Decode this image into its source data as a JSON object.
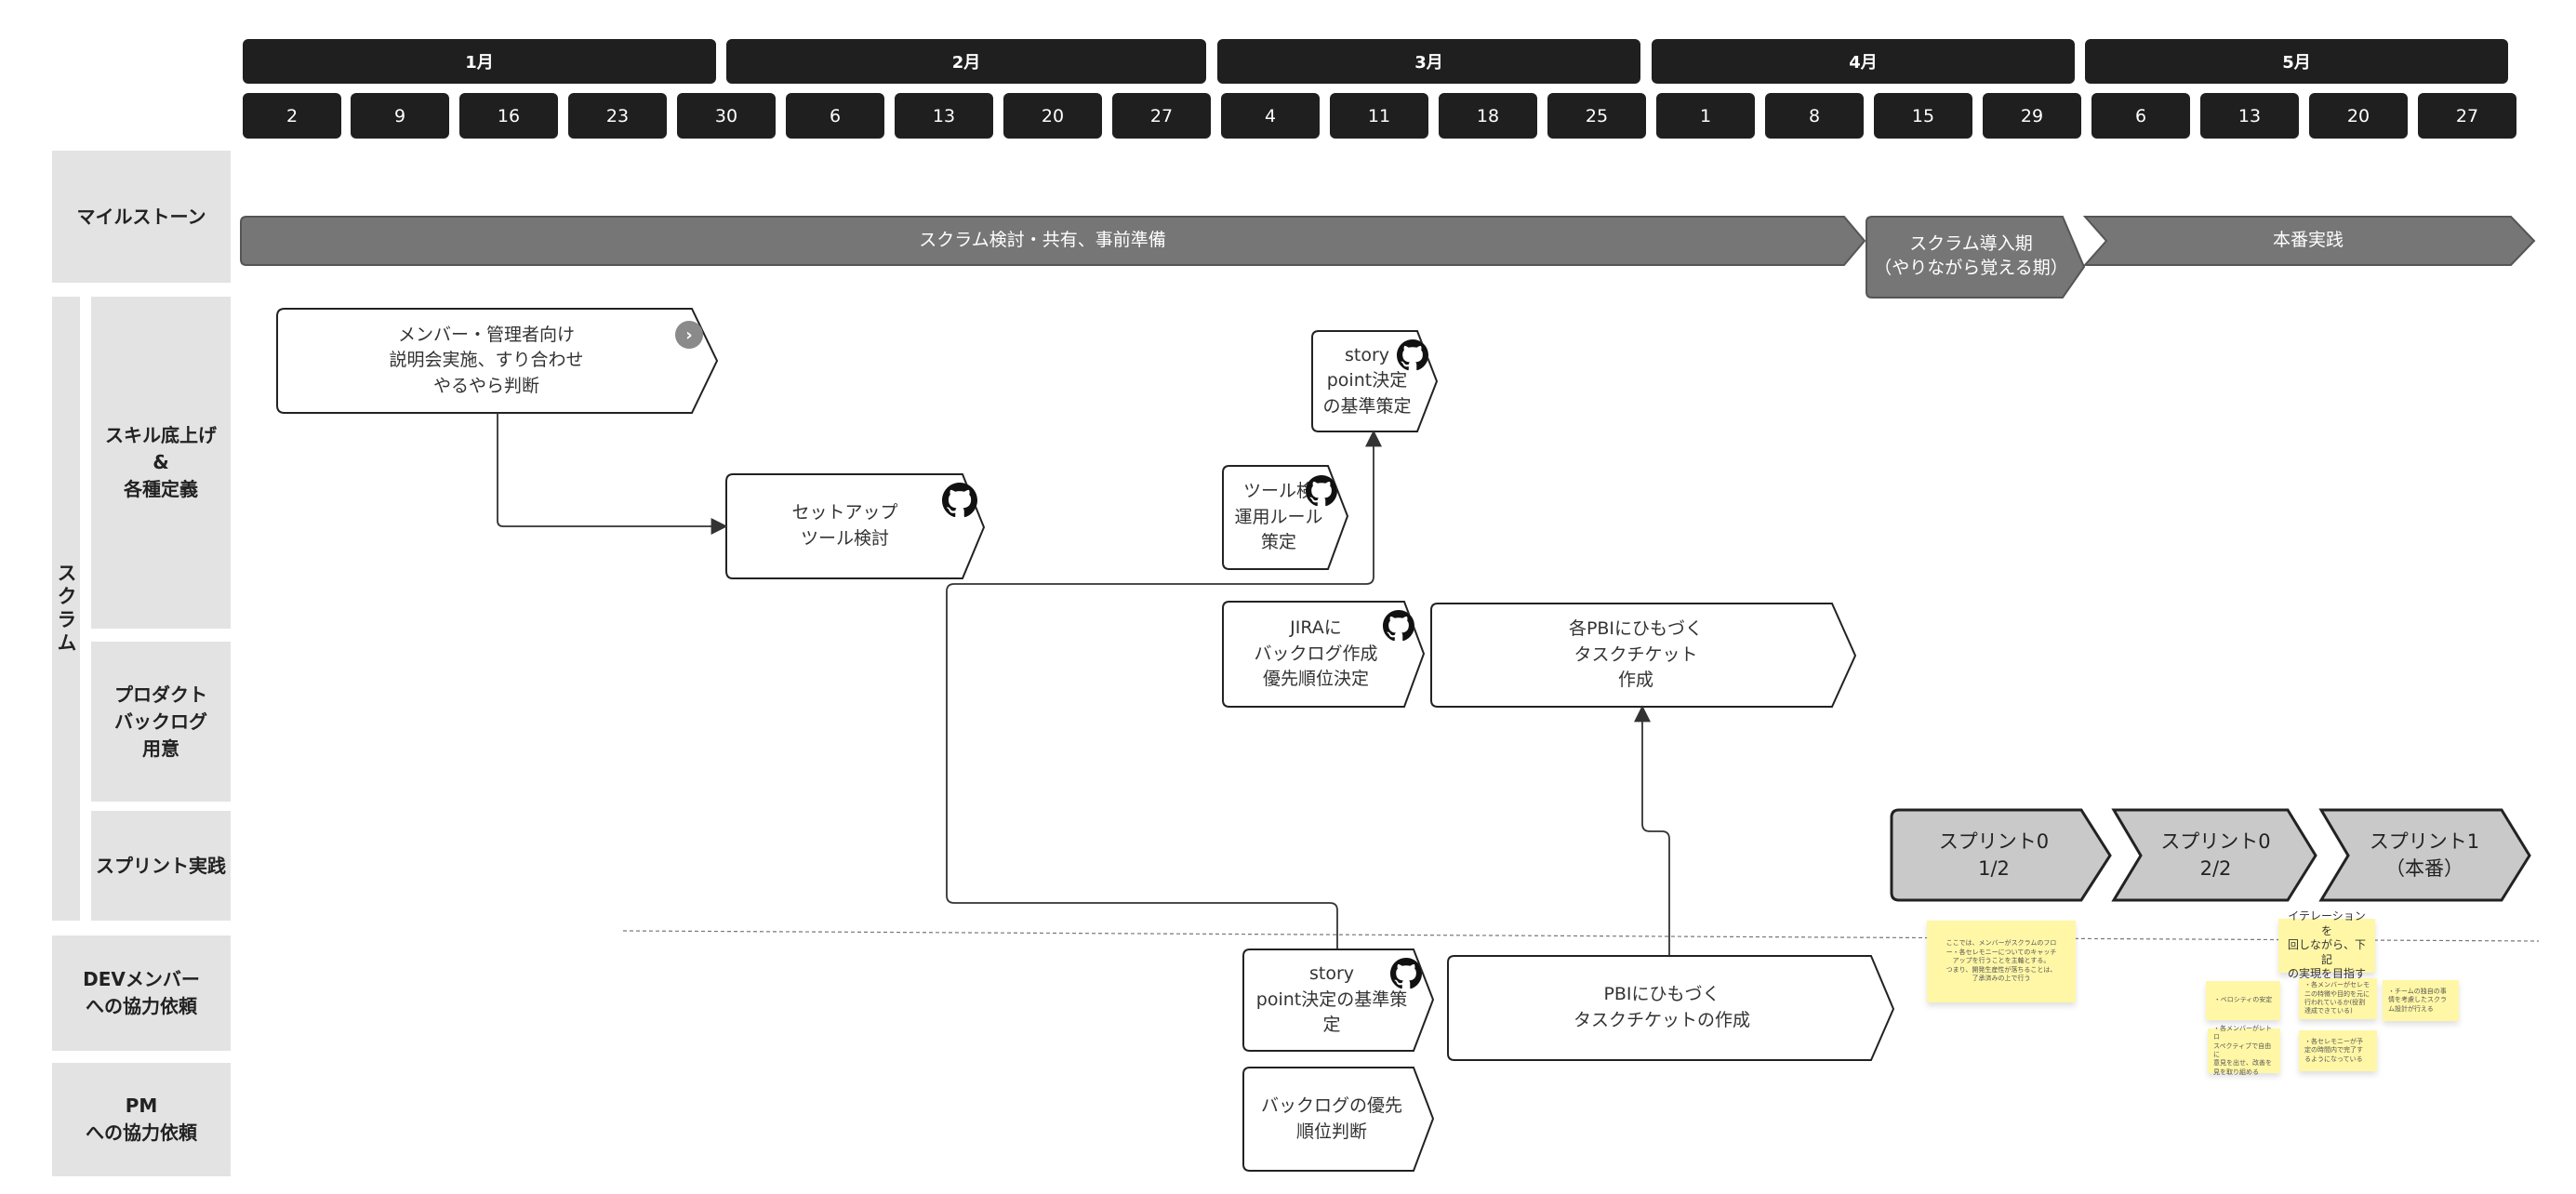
{
  "timeline": {
    "months": [
      "1月",
      "2月",
      "3月",
      "4月",
      "5月"
    ],
    "weeks": [
      "2",
      "9",
      "16",
      "23",
      "30",
      "6",
      "13",
      "20",
      "27",
      "4",
      "11",
      "18",
      "25",
      "1",
      "8",
      "15",
      "29",
      "6",
      "13",
      "20",
      "27"
    ]
  },
  "rows": {
    "milestone": "マイルストーン",
    "scrum": "スクラム",
    "skill": "スキル底上げ\n&\n各種定義",
    "backlog": "プロダクト\nバックログ\n用意",
    "sprint": "スプリント実践",
    "dev": "DEVメンバー\nへの協力依頼",
    "pm": "PM\nへの協力依頼"
  },
  "milestones": {
    "prep": "スクラム検討・共有、事前準備",
    "intro": "スクラム導入期\n（やりながら覚える期）",
    "prod": "本番実践"
  },
  "cards": {
    "briefing": "メンバー・管理者向け\n説明会実施、すり合わせ\nやるやら判断",
    "setup": "セットアップ\nツール検討",
    "story_point_rule": "story\npoint決定\nの基準策定",
    "tool_rule": "ツール検\n運用ルール\n策定",
    "jira_backlog": "JIRAに\nバックログ作成\n優先順位決定",
    "pbi_tickets": "各PBIにひもづく\nタスクチケット\n作成",
    "dev_story_point": "story\npoint決定の基準策\n定",
    "dev_pbi_tickets": "PBIにひもづく\nタスクチケットの作成",
    "pm_priority": "バックログの優先\n順位判断"
  },
  "sprints": {
    "s0a": "スプリント0\n1/2",
    "s0b": "スプリント0\n2/2",
    "s1": "スプリント1\n（本番）"
  },
  "stickies": {
    "s0_note": "ここでは、メンバーがスクラムのフロ\nー・各セレモニーについてのキャッチ\nアップを行うことを主軸とする。\nつまり、開発生産性が落ちることは、\n了承済みの上で行う",
    "iteration_goal": "イテレーションを\n回しながら、下記\nの実現を目指す",
    "velocity": "・ベロシティの安定",
    "ceremony_understanding": "・各メンバーがセレモ\nニの特徴や目的を元に\n行われているか(役割\n達成できている)",
    "team_design": "・チームの独自の事\n情を考慮したスクラ\nム設計が行える",
    "retro": "・各メンバーがレトロ\nスペクティブで自由に\n意見を出せ、改善を\n見を取り組める",
    "ceremony_time": "・各セレモニーが予\n定の時間内で完了す\nるようになっている"
  },
  "colors": {
    "header_bg": "#1f1f1f",
    "label_bg": "#e3e3e3",
    "milestone_bg": "#767676",
    "sprint_bg": "#c9c9c9",
    "sticky_bg": "#fff7a6"
  }
}
